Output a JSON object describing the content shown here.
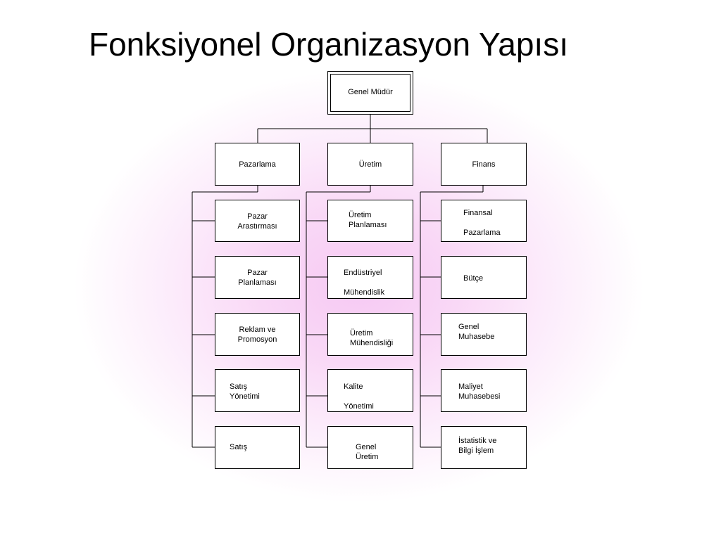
{
  "title": "Fonksiyonel Organizasyon Yapısı",
  "root": {
    "label": "Genel Müdür"
  },
  "departments": [
    {
      "label": "Pazarlama",
      "children": [
        {
          "label": "Pazar\nArastırması"
        },
        {
          "label": "Pazar\nPlanlaması"
        },
        {
          "label": "Reklam ve\nPromosyon"
        },
        {
          "label": "Satış\nYönetimi"
        },
        {
          "label": "Satış"
        }
      ]
    },
    {
      "label": "Üretim",
      "children": [
        {
          "label": "Üretim\nPlanlaması"
        },
        {
          "label": "Endüstriyel\n\nMühendislik"
        },
        {
          "label": "Üretim\nMühendisliği"
        },
        {
          "label": "Kalite\n\nYönetimi"
        },
        {
          "label": "Genel\nÜretim"
        }
      ]
    },
    {
      "label": "Finans",
      "children": [
        {
          "label": "Finansal\n\nPazarlama"
        },
        {
          "label": "Bütçe"
        },
        {
          "label": "Genel\nMuhasebe"
        },
        {
          "label": "Maliyet\nMuhasebesi"
        },
        {
          "label": "İstatistik ve\nBilgi İşlem"
        }
      ]
    }
  ]
}
